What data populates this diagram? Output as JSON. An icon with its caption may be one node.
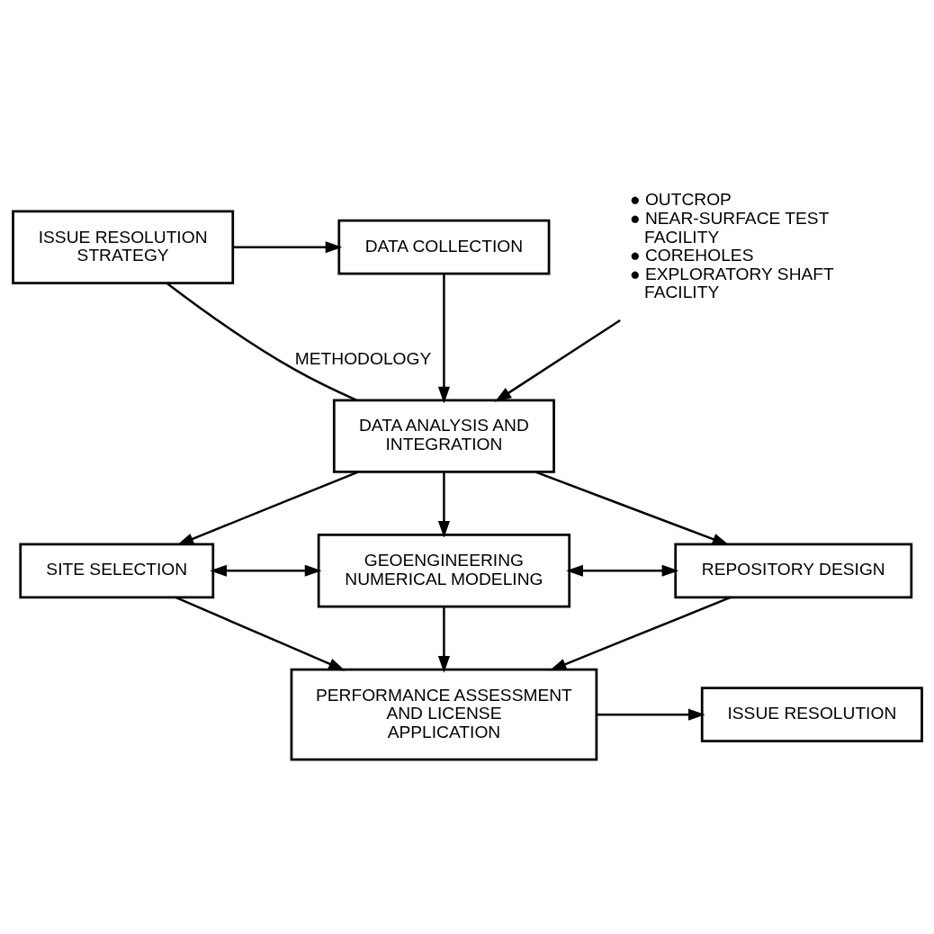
{
  "diagram": {
    "nodes": [
      {
        "text": [
          "ISSUE RESOLUTION STRATEGY"
        ]
      },
      {
        "text": [
          "DATA COLLECTION"
        ]
      },
      {
        "text": [
          "● OUTCROP",
          "● NEAR-SURFACE TEST FACILITY",
          "● COREHOLES",
          "● EXPLORATORY SHAFT FACILITY"
        ]
      },
      {
        "text": [
          "DATA ANALYSIS AND INTEGRATION"
        ]
      },
      {
        "text": [
          "SITE SELECTION"
        ]
      },
      {
        "text": [
          "GEOENGINEERING NUMERICAL MODELING"
        ]
      },
      {
        "text": [
          "REPOSITORY DESIGN"
        ]
      },
      {
        "text": [
          "PERFORMANCE ASSESSMENT AND LICENSE APPLICATION"
        ]
      },
      {
        "text": [
          "ISSUE RESOLUTION"
        ]
      }
    ],
    "edges": [
      {
        "from": 0,
        "to": 1,
        "arrow": "to"
      },
      {
        "from": 1,
        "to": 3,
        "arrow": "to"
      },
      {
        "from": 2,
        "to": 3,
        "arrow": "to"
      },
      {
        "from": 0,
        "to": 3,
        "arrow": "none",
        "label": "METHODOLOGY"
      },
      {
        "from": 3,
        "to": 4,
        "arrow": "to"
      },
      {
        "from": 3,
        "to": 5,
        "arrow": "to"
      },
      {
        "from": 3,
        "to": 6,
        "arrow": "to"
      },
      {
        "from": 4,
        "to": 5,
        "arrow": "both"
      },
      {
        "from": 5,
        "to": 6,
        "arrow": "both"
      },
      {
        "from": 4,
        "to": 7,
        "arrow": "to"
      },
      {
        "from": 5,
        "to": 7,
        "arrow": "to"
      },
      {
        "from": 6,
        "to": 7,
        "arrow": "to"
      },
      {
        "from": 7,
        "to": 8,
        "arrow": "to"
      }
    ]
  }
}
